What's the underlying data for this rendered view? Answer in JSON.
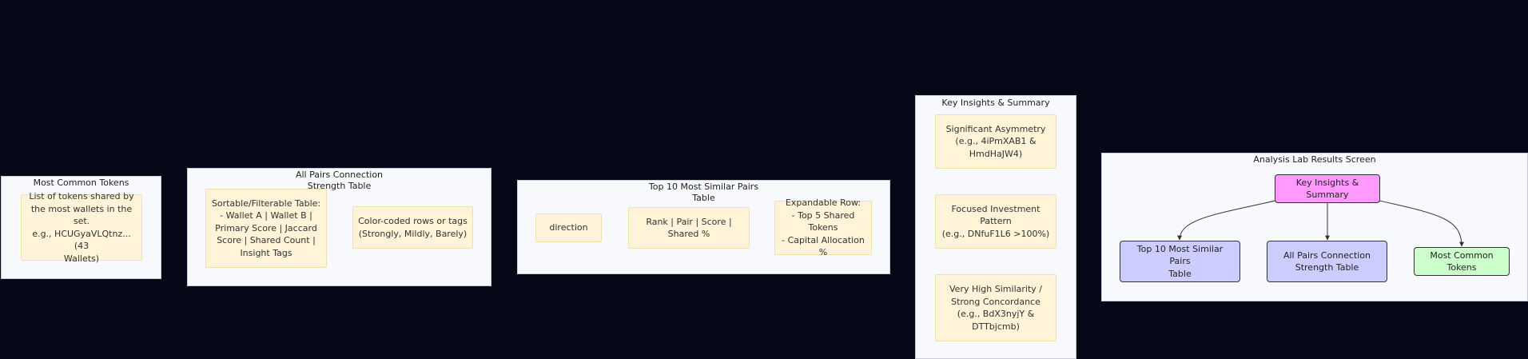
{
  "colors": {
    "background": "#040816",
    "panel": "#f8f9fd",
    "note": "#fff3d8",
    "summary_node": "#ff99ff",
    "pairs_node": "#ccccff",
    "tokens_node": "#ccffcc"
  },
  "most_common_tokens": {
    "title": "Most Common Tokens",
    "note": "List of tokens shared by\nthe most wallets in the set.\ne.g., HCUGyaVLQtnz... (43\nWallets)"
  },
  "all_pairs_connection": {
    "title": "All Pairs Connection\nStrength Table",
    "note_table": "Sortable/Filterable Table:\n- Wallet A | Wallet B |\nPrimary Score | Jaccard\nScore | Shared Count |\nInsight Tags",
    "note_color": "Color-coded rows or tags\n(Strongly, Mildly, Barely)"
  },
  "top10_similar_pairs": {
    "title": "Top 10 Most Similar Pairs\nTable",
    "note_direction": "direction",
    "note_columns": "Rank | Pair | Score |\nShared %",
    "note_expandable": "Expandable Row:\n- Top 5 Shared Tokens\n- Capital Allocation %"
  },
  "key_insights": {
    "title": "Key Insights & Summary",
    "note_asymmetry": "Significant Asymmetry\n(e.g., 4iPmXAB1 &\nHmdHaJW4)",
    "note_focused": "Focused Investment\nPattern\n(e.g., DNfuF1L6 >100%)",
    "note_similarity": "Very High Similarity /\nStrong Concordance\n(e.g., BdX3nyjY &\nDTTbjcmb)"
  },
  "analysis_lab": {
    "title": "Analysis Lab Results Screen",
    "node_summary": "Key Insights & Summary",
    "node_top10": "Top 10 Most Similar Pairs\nTable",
    "node_allpairs": "All Pairs Connection\nStrength Table",
    "node_tokens": "Most Common Tokens"
  }
}
